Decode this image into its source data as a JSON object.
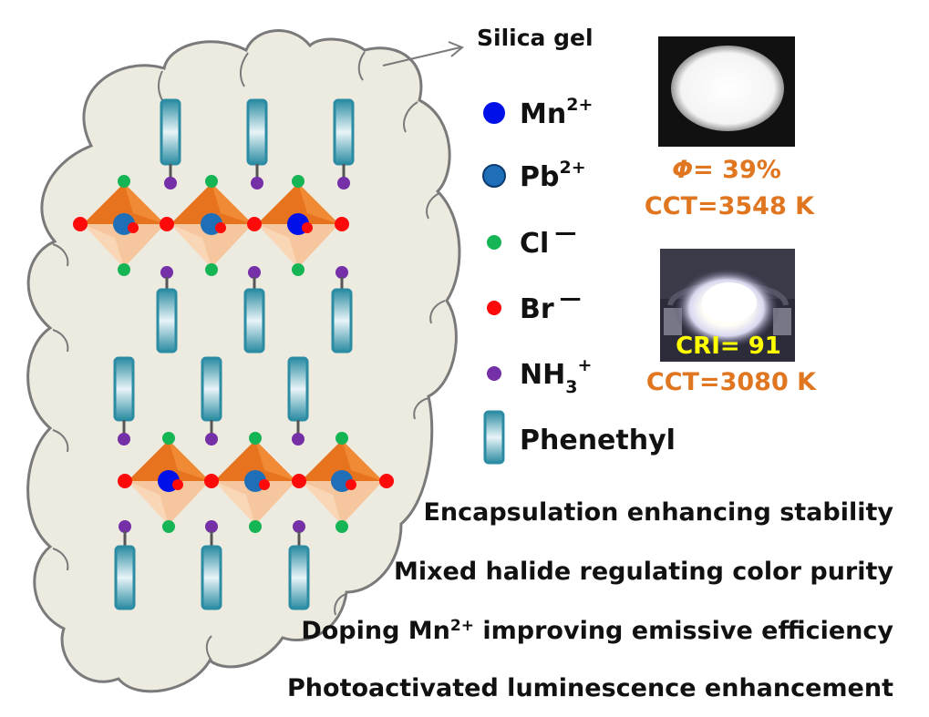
{
  "silica_label": "Silica gel",
  "legend": [
    {
      "base": "Mn",
      "sup": "2+",
      "sub": "",
      "color": "#0010E8",
      "kind": "circle"
    },
    {
      "base": "Pb",
      "sup": "2+",
      "sub": "",
      "color": "#1F6FB8",
      "kind": "circle"
    },
    {
      "base": "Cl",
      "sup": "—",
      "sub": "",
      "color": "#15B455",
      "kind": "dot"
    },
    {
      "base": "Br",
      "sup": "—",
      "sub": "",
      "color": "#FF0A0A",
      "kind": "dot"
    },
    {
      "base": "NH",
      "sup": "+",
      "sub": "3",
      "color": "#7530A8",
      "kind": "dot"
    },
    {
      "base": "Phenethyl",
      "sup": "",
      "sub": "",
      "color": "#2B8CA3",
      "kind": "rod"
    }
  ],
  "photo1": {
    "phi_symbol": "Φ",
    "phi_value": "= 39%",
    "cct": "CCT=3548 K"
  },
  "photo2": {
    "cri": "CRI= 91",
    "cct": "CCT=3080 K"
  },
  "features": [
    {
      "text": "Encapsulation enhancing stability",
      "pre": "",
      "sup": "",
      "post": ""
    },
    {
      "text": "Mixed halide regulating color purity",
      "pre": "",
      "sup": "",
      "post": ""
    },
    {
      "text": "",
      "pre": "Doping Mn",
      "sup": "2+",
      "post": " improving emissive efficiency"
    },
    {
      "text": "Photoactivated luminescence enhancement",
      "pre": "",
      "sup": "",
      "post": ""
    }
  ],
  "colors": {
    "cloud_fill": "#EDEAE0",
    "cloud_stroke": "#7A7A7A",
    "octa_dark": "#E8731F",
    "octa_light": "#F6C79E",
    "mn": "#0010E8",
    "pb": "#1F6FB8",
    "cl": "#15B455",
    "br": "#FF0A0A",
    "nh3": "#7530A8",
    "rod": "#2B8CA3",
    "caption": "#E07620",
    "cri": "#FFFF00"
  }
}
